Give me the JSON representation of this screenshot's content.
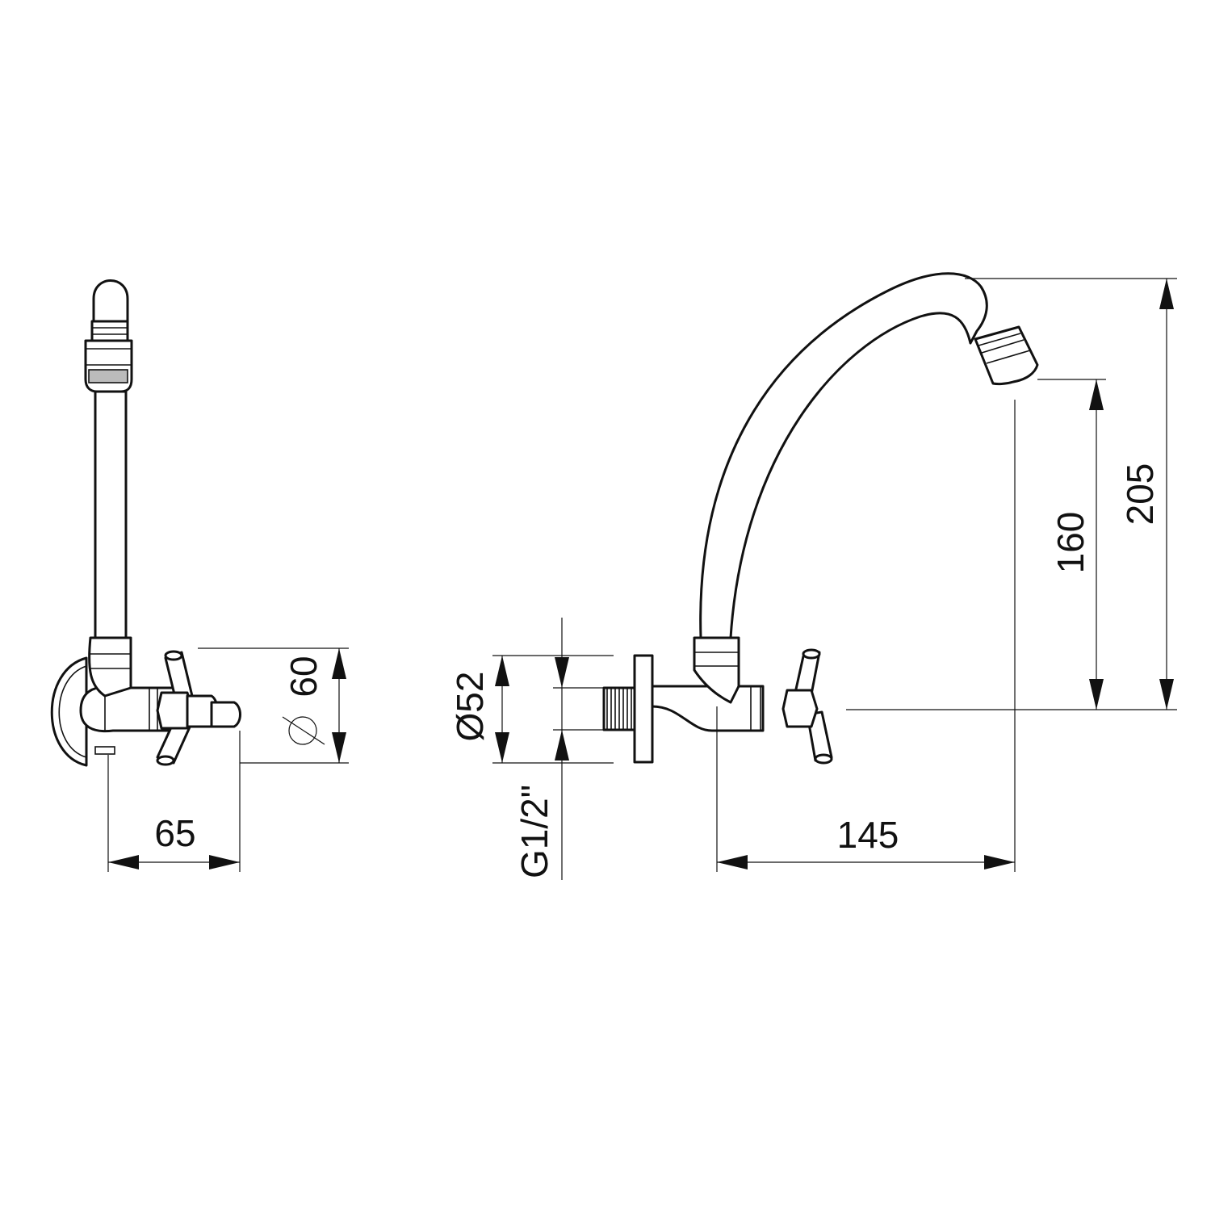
{
  "diagram": {
    "views": [
      "side-view",
      "front-view"
    ],
    "dimensions": {
      "side_projection": "65",
      "side_height": "60",
      "flange_diameter": "Ø52",
      "thread_size": "G1/2\"",
      "spout_reach": "145",
      "spout_outlet_height": "160",
      "spout_total_height": "205"
    },
    "line_color": "#111111",
    "background_color": "#ffffff"
  }
}
